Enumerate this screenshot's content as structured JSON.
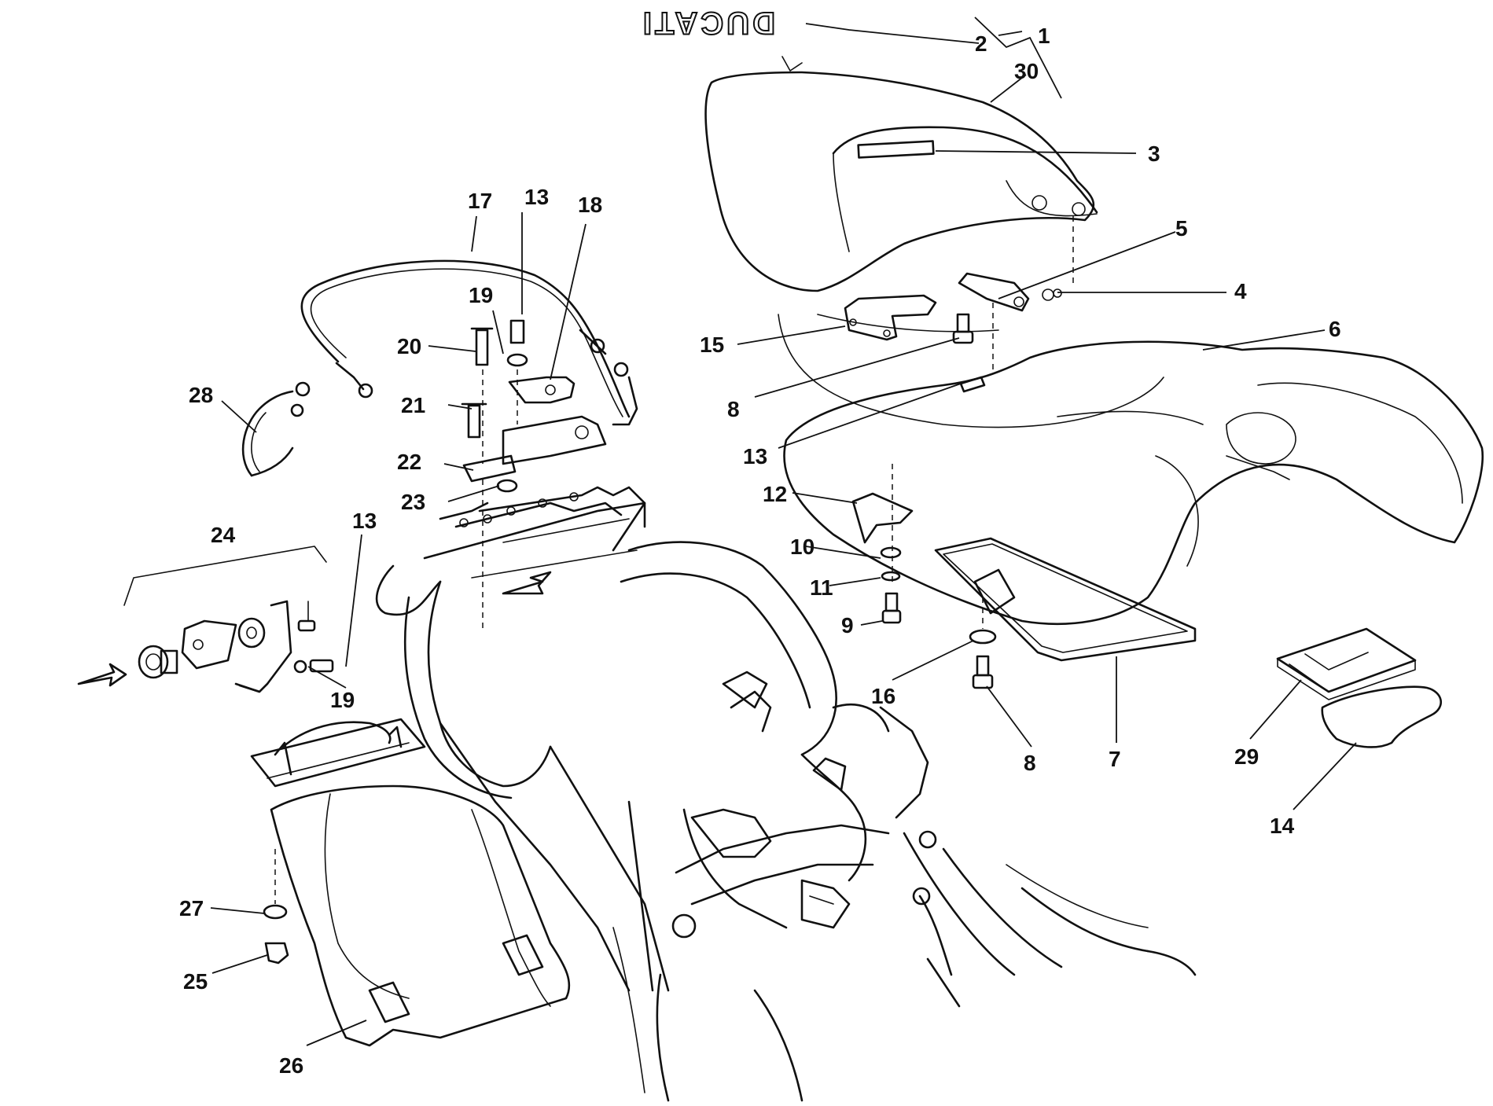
{
  "diagram": {
    "brand_text": "DUCATI",
    "callouts": [
      {
        "id": "c1",
        "label": "1"
      },
      {
        "id": "c2",
        "label": "2"
      },
      {
        "id": "c30",
        "label": "30"
      },
      {
        "id": "c3",
        "label": "3"
      },
      {
        "id": "c5",
        "label": "5"
      },
      {
        "id": "c4",
        "label": "4"
      },
      {
        "id": "c6",
        "label": "6"
      },
      {
        "id": "c15",
        "label": "15"
      },
      {
        "id": "c8a",
        "label": "8"
      },
      {
        "id": "c13a",
        "label": "13"
      },
      {
        "id": "c12",
        "label": "12"
      },
      {
        "id": "c10",
        "label": "10"
      },
      {
        "id": "c11",
        "label": "11"
      },
      {
        "id": "c9",
        "label": "9"
      },
      {
        "id": "c16",
        "label": "16"
      },
      {
        "id": "c8b",
        "label": "8"
      },
      {
        "id": "c7",
        "label": "7"
      },
      {
        "id": "c29",
        "label": "29"
      },
      {
        "id": "c14",
        "label": "14"
      },
      {
        "id": "c17",
        "label": "17"
      },
      {
        "id": "c13b",
        "label": "13"
      },
      {
        "id": "c18",
        "label": "18"
      },
      {
        "id": "c19a",
        "label": "19"
      },
      {
        "id": "c20",
        "label": "20"
      },
      {
        "id": "c21",
        "label": "21"
      },
      {
        "id": "c22",
        "label": "22"
      },
      {
        "id": "c23",
        "label": "23"
      },
      {
        "id": "c28",
        "label": "28"
      },
      {
        "id": "c24",
        "label": "24"
      },
      {
        "id": "c13c",
        "label": "13"
      },
      {
        "id": "c19b",
        "label": "19"
      },
      {
        "id": "c27",
        "label": "27"
      },
      {
        "id": "c25",
        "label": "25"
      },
      {
        "id": "c26",
        "label": "26"
      }
    ]
  }
}
